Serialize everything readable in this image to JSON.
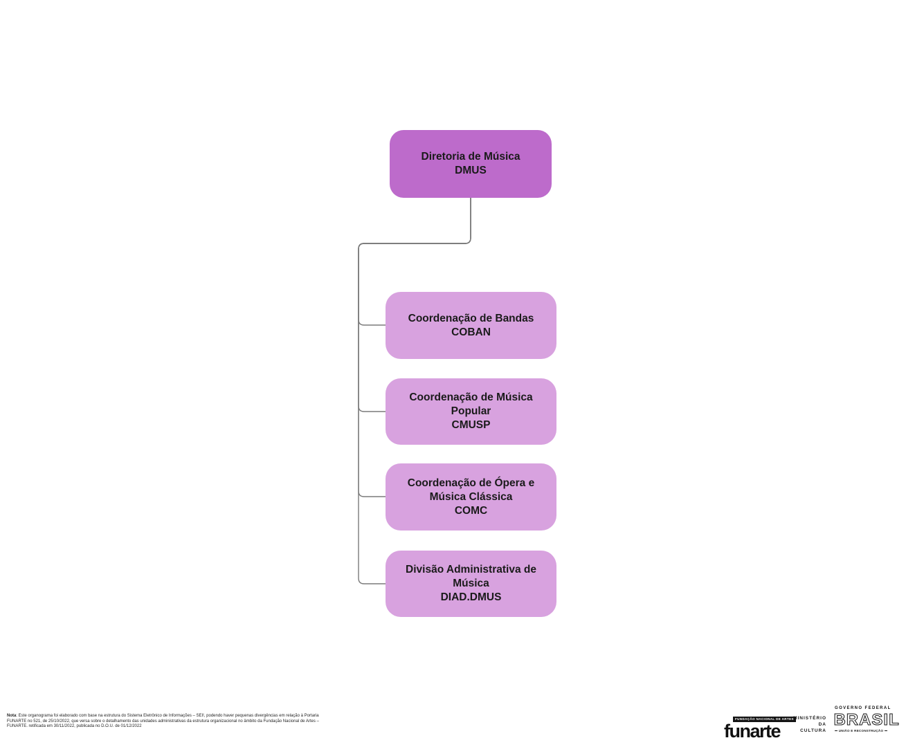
{
  "org_chart": {
    "root": {
      "name": "Diretoria de Música",
      "code": "DMUS"
    },
    "children": [
      {
        "name": "Coordenação de Bandas",
        "code": "COBAN"
      },
      {
        "name": "Coordenação de Música Popular",
        "code": "CMUSP"
      },
      {
        "name": "Coordenação de Ópera e Música Clássica",
        "code": "COMC"
      },
      {
        "name": "Divisão Administrativa de Música",
        "code": "DIAD.DMUS"
      }
    ]
  },
  "note": {
    "label": "Nota",
    "text": ": Este organograma foi elaborado com base na estrutura do Sistema Eletrônico de Informações – SEI!, podendo haver pequenas divergências em relação à Portaria FUNARTE no 521, de 25/10/2022, que versa sobre o detalhamento das unidades administrativas da estrutura organizacional no âmbito da Fundação Nacional de Artes – FUNARTE. retificada em 30/11/2022, publicada no D.O.U. de 01/12/2022"
  },
  "footer": {
    "funarte": {
      "tagline": "FUNDAÇÃO NACIONAL DE ARTES",
      "wordmark": "funarte"
    },
    "ministry": {
      "line1": "MINISTÉRIO DA",
      "line2": "CULTURA"
    },
    "government": {
      "header": "GOVERNO FEDERAL",
      "wordmark": "BRASIL",
      "footer": "UNIÃO E RECONSTRUÇÃO"
    }
  },
  "colors": {
    "root_fill": "#bd6bcb",
    "child_fill": "#d8a2df",
    "connector": "#7a7a7a",
    "text": "#1a1a1a"
  }
}
